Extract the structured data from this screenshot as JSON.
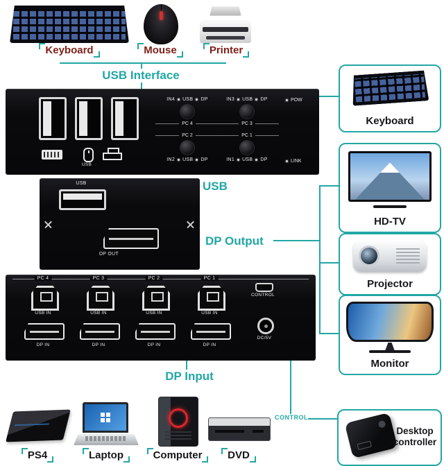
{
  "palette": {
    "teal": "#22a7a4",
    "top_label_color": "#7e1f1a",
    "device_label_color": "#16161a",
    "panel_color": "#0d0d10"
  },
  "top_section": {
    "title": "USB Interface",
    "devices": [
      {
        "label": "Keyboard"
      },
      {
        "label": "Mouse"
      },
      {
        "label": "Printer"
      }
    ]
  },
  "usb_panel": {
    "usb_caption": "USB",
    "pow": "POW",
    "link": "LINK",
    "selectors": [
      {
        "in": "IN4",
        "usb": "USB",
        "dp": "DP",
        "pc": "PC 4"
      },
      {
        "in": "IN3",
        "usb": "USB",
        "dp": "DP",
        "pc": "PC 3"
      },
      {
        "in": "IN2",
        "usb": "USB",
        "dp": "DP",
        "pc": "PC 2"
      },
      {
        "in": "IN1",
        "usb": "USB",
        "dp": "DP",
        "pc": "PC 1"
      }
    ]
  },
  "output_panel": {
    "usb_label": "USB",
    "dp_label": "DP OUT"
  },
  "section_labels": {
    "usb": "USB",
    "dp_output": "DP Output",
    "dp_input": "DP Input",
    "control": "CONTROL"
  },
  "input_panel": {
    "control": "CONTROL",
    "power": "DC/5V",
    "channels": [
      {
        "pc": "PC 4",
        "usb": "USB IN",
        "dp": "DP IN"
      },
      {
        "pc": "PC 3",
        "usb": "USB IN",
        "dp": "DP IN"
      },
      {
        "pc": "PC 2",
        "usb": "USB IN",
        "dp": "DP IN"
      },
      {
        "pc": "PC 1",
        "usb": "USB IN",
        "dp": "DP IN"
      }
    ]
  },
  "right_section": {
    "devices": [
      {
        "label": "Keyboard"
      },
      {
        "label": "HD-TV"
      },
      {
        "label": "Projector"
      },
      {
        "label": "Monitor"
      },
      {
        "label": "Desktop controller"
      }
    ]
  },
  "bottom_section": {
    "devices": [
      {
        "label": "PS4"
      },
      {
        "label": "Laptop"
      },
      {
        "label": "Computer"
      },
      {
        "label": "DVD"
      }
    ]
  }
}
